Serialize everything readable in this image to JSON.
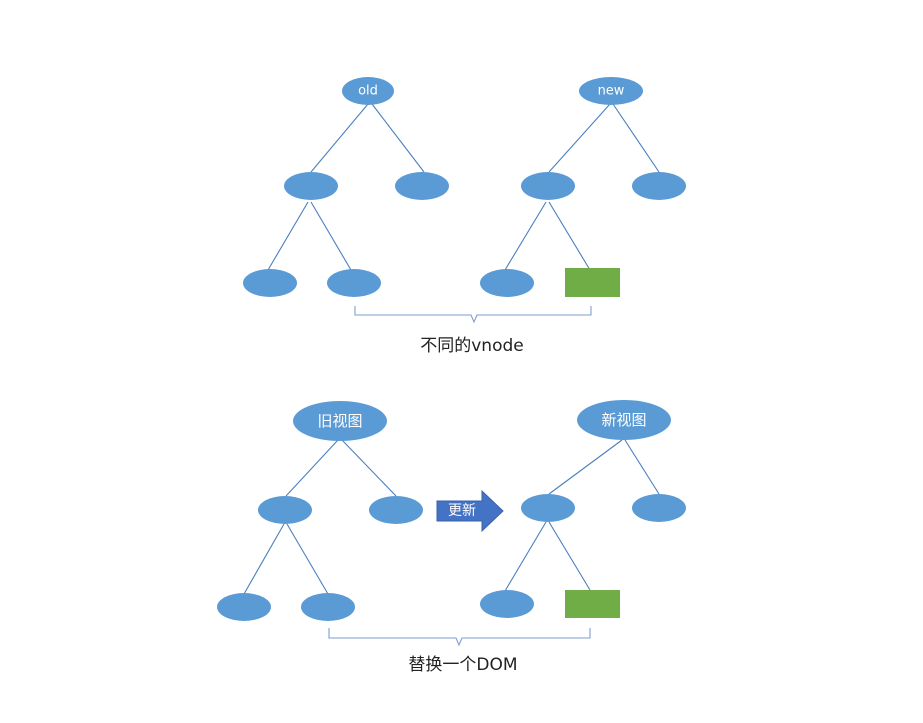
{
  "diagram_top": {
    "old_root_label": "old",
    "new_root_label": "new",
    "caption": "不同的vnode"
  },
  "diagram_bottom": {
    "old_root_label": "旧视图",
    "new_root_label": "新视图",
    "arrow_label": "更新",
    "caption": "替换一个DOM"
  },
  "colors": {
    "node": "#5b9bd5",
    "changed_node": "#70ad47",
    "arrow": "#4472c4",
    "edge": "#4a7fbf"
  }
}
